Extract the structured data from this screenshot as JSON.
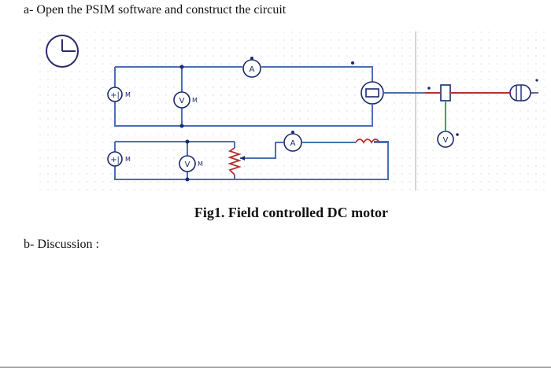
{
  "tasks": {
    "a_label": "a- Open the PSIM software and construct the circuit",
    "b_label": "b- Discussion :"
  },
  "figure": {
    "caption": "Fig1. Field controlled DC motor",
    "ammeter_symbol": "A",
    "voltmeter_symbol": "V"
  },
  "colors": {
    "wire": "#4a6fb5",
    "wire_red": "#b5312f",
    "wire_green": "#3aa356",
    "component": "#1b2a6b"
  }
}
